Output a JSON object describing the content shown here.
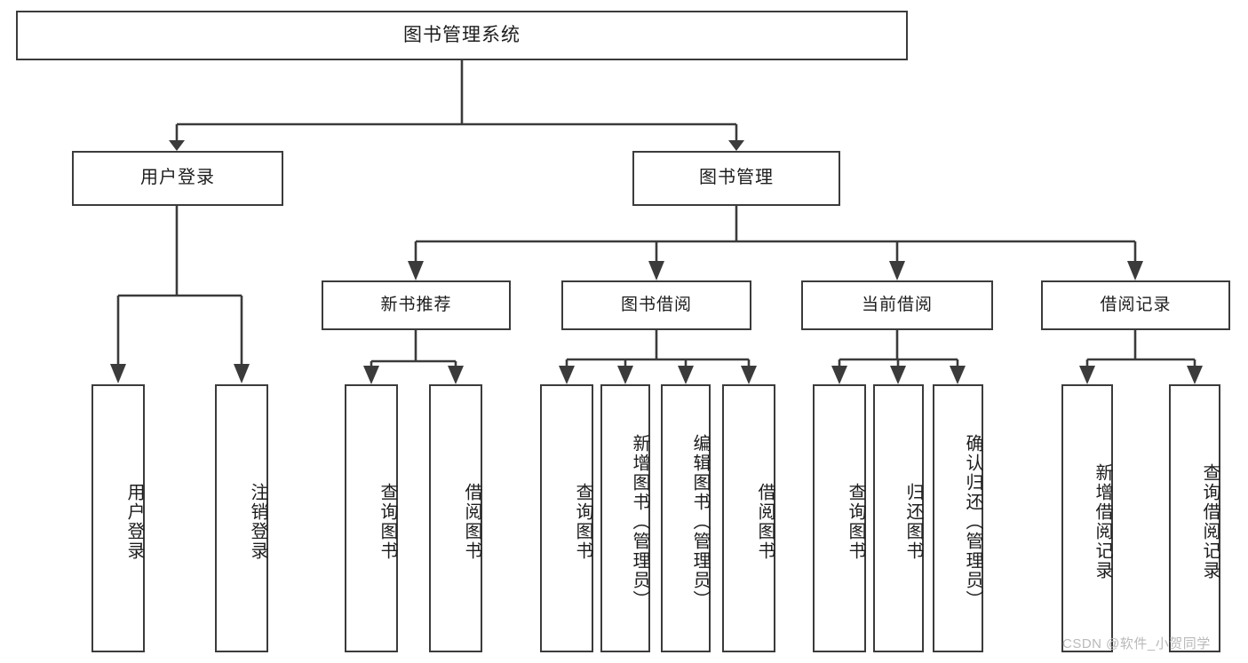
{
  "diagram": {
    "title": "图书管理系统",
    "type": "tree-hierarchy-diagram",
    "root": {
      "label": "图书管理系统"
    },
    "level1": [
      {
        "label": "用户登录"
      },
      {
        "label": "图书管理"
      }
    ],
    "level2": [
      {
        "label": "新书推荐"
      },
      {
        "label": "图书借阅"
      },
      {
        "label": "当前借阅"
      },
      {
        "label": "借阅记录"
      }
    ],
    "leaves": {
      "user_login": [
        {
          "label": "用户登录"
        },
        {
          "label": "注销登录"
        }
      ],
      "new_book_recommend": [
        {
          "label": "查询图书"
        },
        {
          "label": "借阅图书"
        }
      ],
      "book_borrow": [
        {
          "label": "查询图书"
        },
        {
          "label": "新增图书（管理员）"
        },
        {
          "label": "编辑图书（管理员）"
        },
        {
          "label": "借阅图书"
        }
      ],
      "current_borrow": [
        {
          "label": "查询图书"
        },
        {
          "label": "归还图书"
        },
        {
          "label": "确认归还（管理员）"
        }
      ],
      "borrow_record": [
        {
          "label": "新增借阅记录"
        },
        {
          "label": "查询借阅记录"
        }
      ]
    }
  },
  "watermark": {
    "text": "CSDN @软件_小贺同学"
  },
  "colors": {
    "box_border": "#3b3b3b",
    "box_fill": "#ffffff",
    "connector": "#3b3b3b",
    "text": "#1d1d1d",
    "watermark": "#b9b9b9"
  }
}
